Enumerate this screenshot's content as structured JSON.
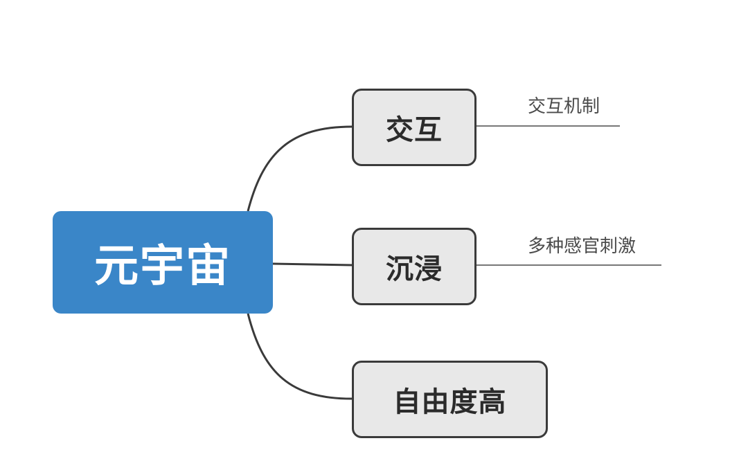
{
  "root": {
    "label": "元宇宙",
    "color": "#3a86c8"
  },
  "branches": [
    {
      "label": "交互",
      "detail": "交互机制"
    },
    {
      "label": "沉浸",
      "detail": "多种感官刺激"
    },
    {
      "label": "自由度高"
    }
  ],
  "colors": {
    "branch_fill": "#e8e8e8",
    "branch_border": "#3a3a3a",
    "connector": "#3a3a3a"
  }
}
